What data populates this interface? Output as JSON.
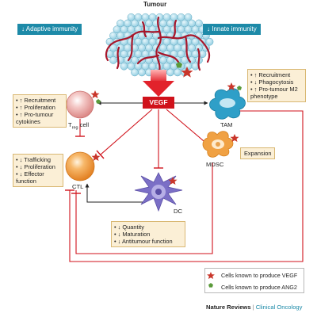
{
  "tumour_label": "Tumour",
  "banners": {
    "adaptive": "↓ Adaptive immunity",
    "innate": "↓ Innate immunity"
  },
  "vegf_label": "VEGF",
  "cells": {
    "treg": {
      "label_main": "T",
      "label_sub": "reg",
      "label_rest": " cell"
    },
    "tam": {
      "label": "TAM"
    },
    "ctl": {
      "label": "CTL"
    },
    "mdsc": {
      "label": "MDSC"
    },
    "dc": {
      "label": "DC"
    }
  },
  "callouts": {
    "treg": [
      "• ↑ Recruitment",
      "• ↑ Proliferation",
      "• ↑ Pro-tumour",
      "   cytokines"
    ],
    "tam": [
      "• ↑ Recruitment",
      "• ↓ Phagocytosis",
      "• ↑ Pro-tumour M2",
      "   phenotype"
    ],
    "ctl": [
      "• ↓ Trafficking",
      "• ↓ Proliferation",
      "• ↓ Effector",
      "   function"
    ],
    "mdsc": [
      "Expansion"
    ],
    "dc": [
      "• ↓ Quantity",
      "• ↓ Maturation",
      "• ↓ Antitumour function"
    ]
  },
  "legend": {
    "vegf_text": "Cells known to produce VEGF",
    "ang2_text": "Cells known to produce ANG2"
  },
  "footer": {
    "publisher": "Nature Reviews",
    "separator": " | ",
    "journal": "Clinical Oncology"
  },
  "colors": {
    "banner": "#1d8aa8",
    "vegf_red": "#d0121b",
    "tumour_cell": "#9fd6e6",
    "vessel": "#a8162a",
    "treg": "#e9a6a4",
    "ctl": "#f29a3a",
    "tam": "#2f9fc8",
    "mdsc": "#f0a143",
    "dc": "#7b6fc6",
    "star": "#c9362b",
    "ang2": "#5a9a3a"
  }
}
